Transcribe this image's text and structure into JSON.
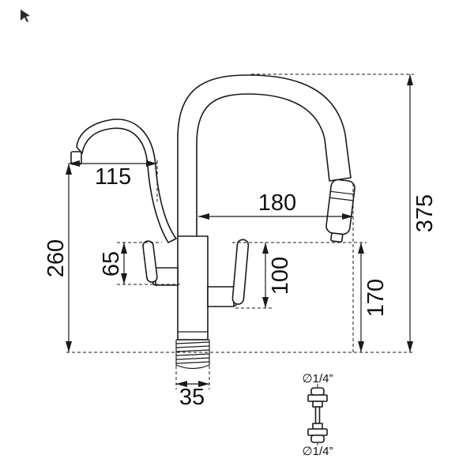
{
  "drawing": {
    "background": "#ffffff",
    "line_color": "#1a1a1a",
    "dimensions": {
      "small_spout_reach": "115",
      "main_spout_reach": "180",
      "overall_height": "375",
      "left_height": "260",
      "left_handle_height": "65",
      "right_handle_height": "100",
      "base_to_head_height": "170",
      "thread_width": "35"
    },
    "fittings": {
      "top_label": "∅1/4”",
      "bottom_label": "∅1/4”"
    }
  }
}
